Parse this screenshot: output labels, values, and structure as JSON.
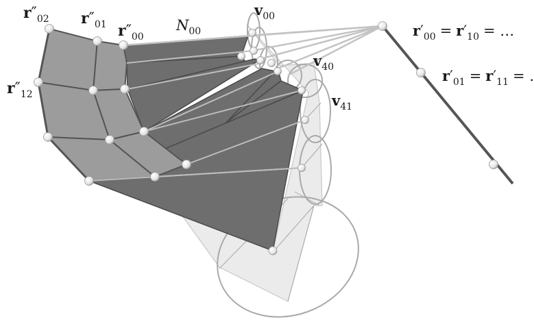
{
  "figure": {
    "labels": {
      "r02": {
        "base": "r",
        "prime": "″",
        "sub": "02"
      },
      "r01": {
        "base": "r",
        "prime": "″",
        "sub": "01"
      },
      "r00": {
        "base": "r",
        "prime": "″",
        "sub": "00"
      },
      "r12": {
        "base": "r",
        "prime": "″",
        "sub": "12"
      },
      "n00": {
        "base": "N",
        "sub": "00"
      },
      "v00": {
        "base": "v",
        "sub": "00"
      },
      "v40": {
        "base": "v",
        "sub": "40"
      },
      "v41": {
        "base": "v",
        "sub": "41"
      },
      "eq1": {
        "a": "r",
        "aprime": "′",
        "asub": "00",
        "b": "r",
        "bprime": "′",
        "bsub": "10",
        "eq": "=",
        "tail": "= …"
      },
      "eq2": {
        "a": "r",
        "aprime": "′",
        "asub": "01",
        "b": "r",
        "bprime": "′",
        "bsub": "11",
        "eq": "=",
        "tail": "= …"
      }
    },
    "colors": {
      "dark_surface": "#6e6e6e",
      "mid_surface": "#9a9a9a",
      "light_surface": "#ebebeb",
      "edge": "#4a4a4a",
      "light_line": "#bdbdbd",
      "node": "#f4f4f4"
    }
  }
}
